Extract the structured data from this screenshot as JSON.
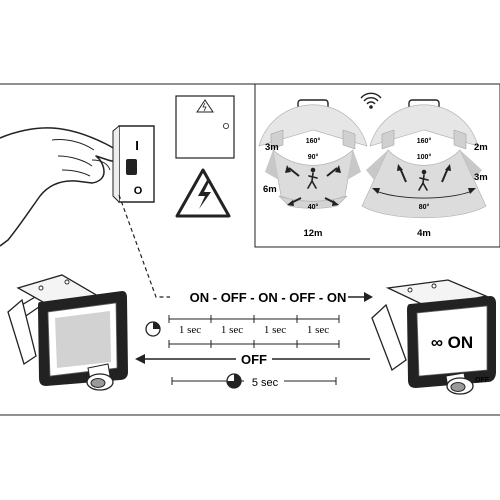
{
  "sensor_panel": {
    "left": {
      "angle_outer": "160°",
      "angle_mid": "90°",
      "angle_inner": "40°",
      "height_top": "3m",
      "height_mid": "6m",
      "range": "12m"
    },
    "right": {
      "angle_outer": "160°",
      "angle_mid": "100°",
      "angle_inner": "80°",
      "height_top": "2m",
      "height_mid": "3m",
      "range": "4m"
    }
  },
  "switch_labels": {
    "on_mark": "I",
    "off_mark": "O"
  },
  "sequence": {
    "label": "ON - OFF - ON - OFF - ON",
    "intervals": [
      "1 sec",
      "1 sec",
      "1 sec",
      "1 sec"
    ]
  },
  "off_sequence": {
    "label": "OFF",
    "duration": "5 sec"
  },
  "right_lamp": {
    "mode_text": "∞ ON",
    "sensor_tag": "OFF"
  },
  "icons": [
    "hand-icon",
    "wall-switch-icon",
    "electric-box-icon",
    "high-voltage-warning-icon",
    "wifi-signal-icon",
    "person-icon",
    "stopwatch-icon",
    "floodlight-icon"
  ]
}
